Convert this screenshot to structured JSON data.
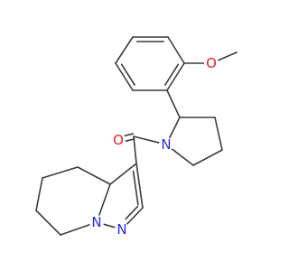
{
  "colors": {
    "bond": "#3c3c3c",
    "oxygen": "#e8202a",
    "nitrogen": "#2a2ae6",
    "background": "#ffffff"
  },
  "atoms": [
    {
      "id": "O_methoxy",
      "symbol": "O",
      "color": "oxygen"
    },
    {
      "id": "O_carbonyl",
      "symbol": "O",
      "color": "oxygen"
    },
    {
      "id": "N_pyrrolidine",
      "symbol": "N",
      "color": "nitrogen"
    },
    {
      "id": "N_bridge",
      "symbol": "N",
      "color": "nitrogen"
    },
    {
      "id": "N_pyrazole",
      "symbol": "N",
      "color": "nitrogen"
    }
  ]
}
